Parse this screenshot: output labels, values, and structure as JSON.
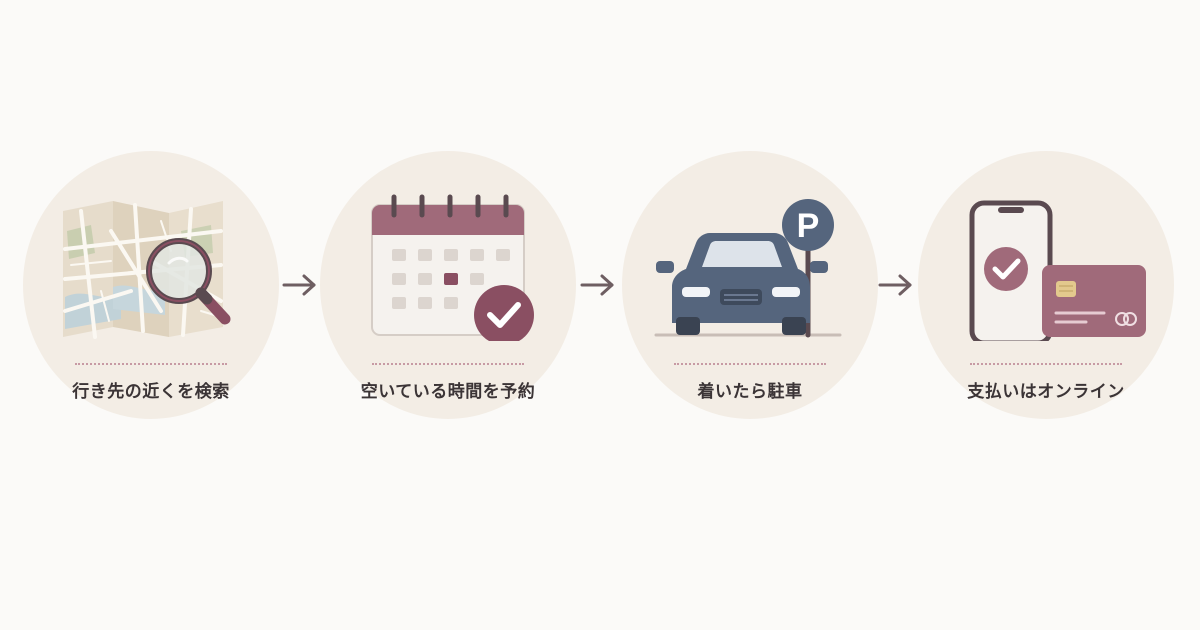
{
  "steps": [
    {
      "label": "行き先の近くを検索",
      "icon": "map-search-icon"
    },
    {
      "label": "空いている時間を予約",
      "icon": "calendar-check-icon"
    },
    {
      "label": "着いたら駐車",
      "icon": "car-parking-icon"
    },
    {
      "label": "支払いはオンライン",
      "icon": "phone-card-payment-icon"
    }
  ],
  "parking_sign": {
    "letter": "P"
  },
  "colors": {
    "circle_bg": "#f3ede5",
    "accent_mauve": "#8a4f62",
    "accent_mauve_light": "#a06a7a",
    "slate": "#55657d",
    "arrow": "#6e5e62",
    "text": "#3b3436",
    "divider": "#c79aa4"
  }
}
